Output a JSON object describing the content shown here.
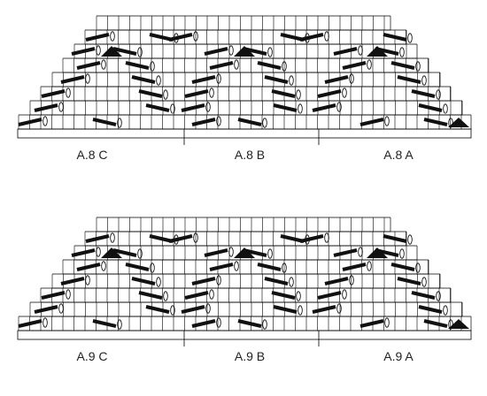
{
  "diagrams": [
    {
      "id": "A.8",
      "sections": [
        "A.8 C",
        "A.8 B",
        "A.8 A"
      ]
    },
    {
      "id": "A.9",
      "sections": [
        "A.9 C",
        "A.9 B",
        "A.9 A"
      ]
    }
  ],
  "colors": {
    "grid": "#000000",
    "stroke": "#000000",
    "symbol": "#111111",
    "background": "#ffffff"
  },
  "symbols": [
    "decrease-left-icon",
    "decrease-right-icon",
    "yarn-over-icon",
    "triangle-icon"
  ]
}
